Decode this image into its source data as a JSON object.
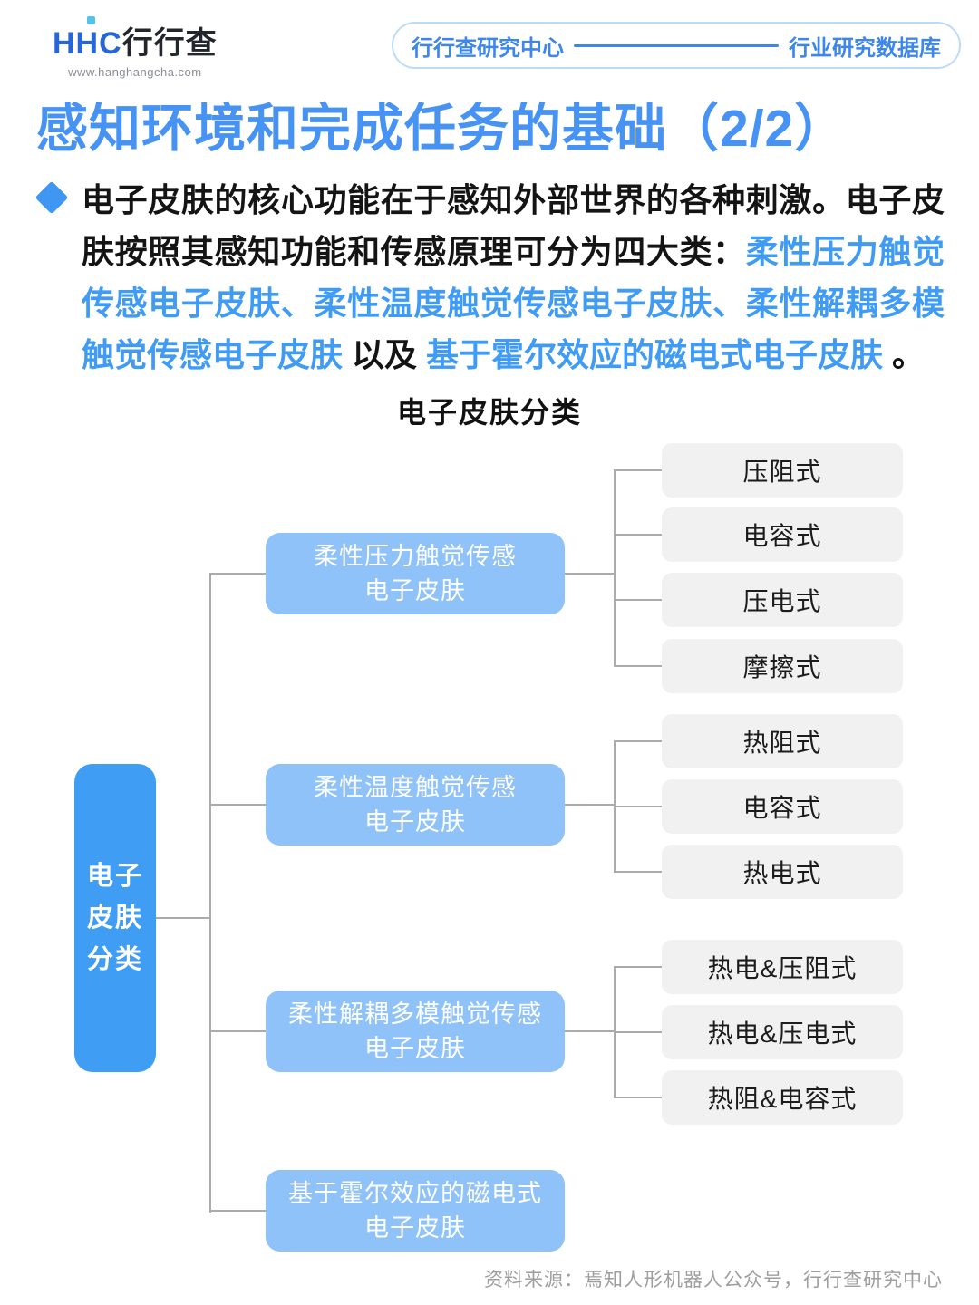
{
  "header": {
    "logo": {
      "hhc": "HHC",
      "name": "行行查",
      "url": "www.hanghangcha.com"
    },
    "badge": {
      "left": "行行查研究中心",
      "right": "行业研究数据库"
    }
  },
  "page_title": "感知环境和完成任务的基础（2/2）",
  "intro": {
    "segments": [
      {
        "text": "电子皮肤的核心功能在于感知外部世界的各种刺激。电子皮肤按照其感知功能和传感原理可分为四大类：",
        "color": "black"
      },
      {
        "text": "柔性压力触觉传感电子皮肤、柔性温度触觉传感电子皮肤、柔性解耦多模触觉传感电子皮肤",
        "color": "blue"
      },
      {
        "text": " 以及 ",
        "color": "black"
      },
      {
        "text": "基于霍尔效应的磁电式电子皮肤",
        "color": "blue"
      },
      {
        "text": " 。",
        "color": "black"
      }
    ]
  },
  "diagram": {
    "title": "电子皮肤分类",
    "root": {
      "lines": [
        "电子",
        "皮肤",
        "分类"
      ]
    },
    "groups": [
      {
        "branch": {
          "line1": "柔性压力触觉传感",
          "line2": "电子皮肤"
        },
        "leaves": [
          "压阻式",
          "电容式",
          "压电式",
          "摩擦式"
        ]
      },
      {
        "branch": {
          "line1": "柔性温度触觉传感",
          "line2": "电子皮肤"
        },
        "leaves": [
          "热阻式",
          "电容式",
          "热电式"
        ]
      },
      {
        "branch": {
          "line1": "柔性解耦多模触觉传感",
          "line2": "电子皮肤"
        },
        "leaves": [
          "热电&压阻式",
          "热电&压电式",
          "热阻&电容式"
        ]
      },
      {
        "branch": {
          "line1": "基于霍尔效应的磁电式",
          "line2": "电子皮肤"
        },
        "leaves": []
      }
    ]
  },
  "footer": {
    "source": "资料来源：焉知人形机器人公众号，行行查研究中心"
  },
  "colors": {
    "title_blue": "#4793f3",
    "highlight_blue": "#3f9bf3",
    "root_node_blue": "#3f9df4",
    "branch_node_blue": "#8fc2f8",
    "leaf_gray": "#f1f1f2",
    "connector_gray": "#ababab",
    "badge_blue": "#3c86ec",
    "logo_blue": "#2666d8",
    "logo_dot_cyan": "#54c3ea",
    "footer_gray": "#9e9e9e"
  }
}
